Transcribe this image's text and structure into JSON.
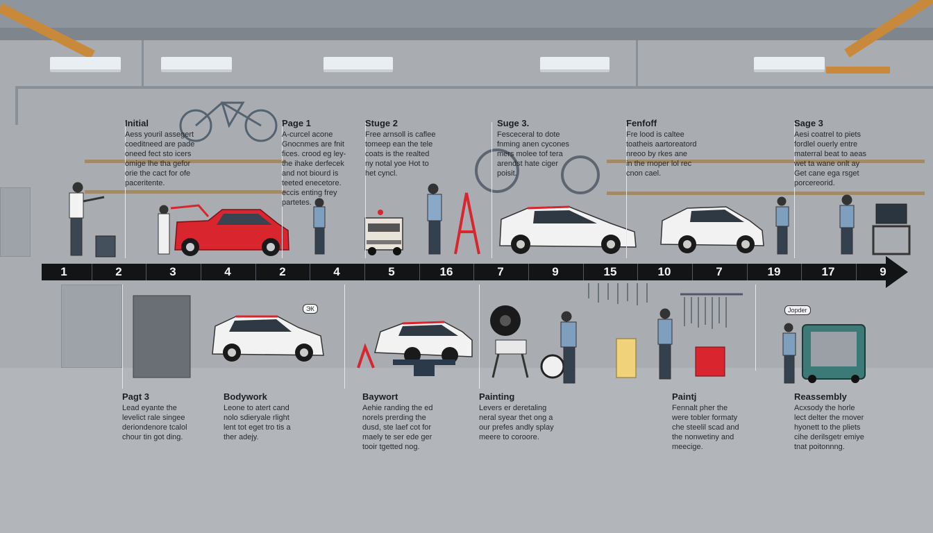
{
  "timeline": {
    "ticks": [
      "1",
      "2",
      "3",
      "4",
      "2",
      "4",
      "5",
      "16",
      "7",
      "9",
      "15",
      "10",
      "7",
      "19",
      "17",
      "9"
    ]
  },
  "top_stages": [
    {
      "title": "Initial",
      "desc": [
        "Aess youril assegert",
        "coeditneed are pade",
        "oneed fect sto icers",
        "omige lhe tha gefor",
        "orie the cact for ofe",
        "paceritente."
      ]
    },
    {
      "title": "Page 1",
      "desc": [
        "A-curcel acone",
        "Gnocnmes are fnit",
        "fices. crood eg ley-",
        "the ihake derfecek",
        "and not biourd is",
        "teeted enecetore.",
        "eccis enting frey",
        "partetes."
      ]
    },
    {
      "title": "Stuge 2",
      "desc": [
        "Free arnsoll is caflee",
        "tomeep ean the tele",
        "coats is the realted",
        "ny notal yoe Hot to",
        "het cyncl."
      ]
    },
    {
      "title": "Suge 3.",
      "desc": [
        "Fesceceral to dote",
        "fnming anen cycones",
        "mers molee tof tera",
        "arendst hate ciger",
        "poisit."
      ]
    },
    {
      "title": "Fenfoff",
      "desc": [
        "Fre lood is caltee",
        "toatheis aartoreatord",
        "nreoo by rkes ane",
        "in the rnoper lol rec",
        "cnon cael."
      ]
    },
    {
      "title": "Sage 3",
      "desc": [
        "Aesi coatrel to piets",
        "fordlel ouerly entre",
        "materral beat to aeas",
        "wet ta wane onlt ay",
        "Get cane ega rsget",
        "porcereorid."
      ]
    }
  ],
  "bottom_stages": [
    {
      "title": "Pagt 3",
      "desc": [
        "Lead eyante the",
        "levelict rale singee",
        "deriondenore tcalol",
        "chour tin got ding."
      ]
    },
    {
      "title": "Bodywork",
      "desc": [
        "Leone to atert cand",
        "nolo sdieryale rlight",
        "lent tot eget tro tis a",
        "ther adejy."
      ]
    },
    {
      "title": "Baywort",
      "desc": [
        "Aehie randing the ed",
        "norels prerding the",
        "dusd, ste laef cot for",
        "maely te ser ede ger",
        "tooir tgetted nog."
      ]
    },
    {
      "title": "Painting",
      "desc": [
        "Levers er deretaling",
        "neral syear thet ong a",
        "our prefes andly splay",
        "meere to coroore."
      ]
    },
    {
      "title": "Paintj",
      "desc": [
        "Fennalt pher the",
        "were tobler formaty",
        "che steelil scad and",
        "the nonwetiny and",
        "meecige."
      ]
    },
    {
      "title": "Reassembly",
      "desc": [
        "Acxsody the horle",
        "lect delter the rnover",
        "hyonett to the pliets",
        "cihe derilsgetr emiye",
        "tnat poitonnng."
      ]
    }
  ],
  "tags": {
    "top_bubble": "ЭК",
    "van_bubble": "Jopder"
  },
  "colors": {
    "timeline": "#121416",
    "accent_red": "#d8252e",
    "beam": "#c88a3a",
    "background": "#a9adb2"
  }
}
